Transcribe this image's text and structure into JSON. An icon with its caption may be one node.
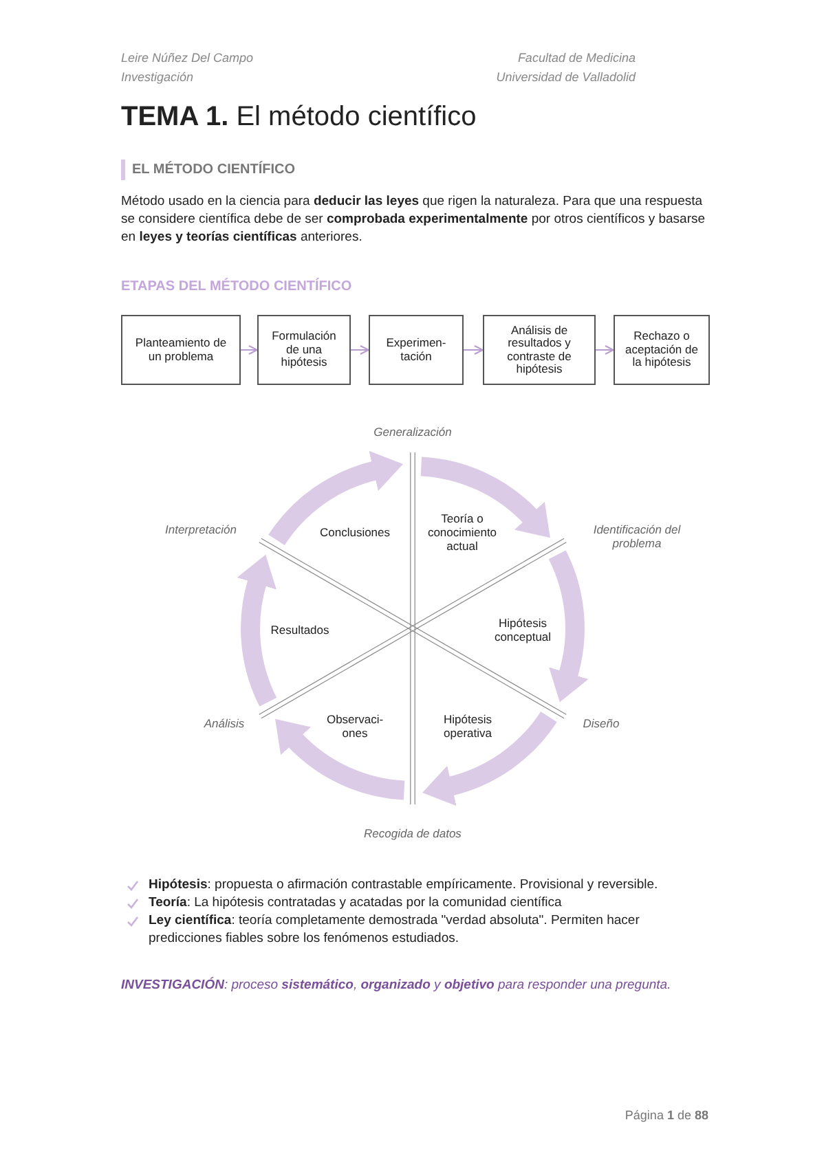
{
  "diagram": {
    "title": "**TEMA 1.** El método científico",
    "nodes": [
      {
        "text": [
          "Planteamiento de un problema"
        ]
      },
      {
        "text": [
          "Formulación de una hipótesis"
        ]
      },
      {
        "text": [
          "Experimen-tación"
        ]
      },
      {
        "text": [
          "Análisis de resultados y contraste de hipótesis"
        ]
      },
      {
        "text": [
          "Rechazo o aceptación de la hipótesis"
        ]
      },
      {
        "text": [
          "Generalización"
        ]
      },
      {
        "text": [
          "Interpretación"
        ]
      },
      {
        "text": [
          "Conclusiones"
        ]
      },
      {
        "text": [
          "Teoría o conocimiento actual"
        ]
      },
      {
        "text": [
          "Identificación del problema"
        ]
      },
      {
        "text": [
          "Resultados"
        ]
      },
      {
        "text": [
          "Hipótesis conceptual"
        ]
      },
      {
        "text": [
          "Análisis"
        ]
      },
      {
        "text": [
          "Observaci-ones"
        ]
      },
      {
        "text": [
          "Hipótesis operativa"
        ]
      },
      {
        "text": [
          "Diseño"
        ]
      },
      {
        "text": [
          "Recogida de datos"
        ]
      }
    ],
    "edges": [
      {
        "from": 0,
        "to": 1,
        "arrow": "to"
      },
      {
        "from": 1,
        "to": 2,
        "arrow": "to"
      },
      {
        "from": 2,
        "to": 3,
        "arrow": "to"
      },
      {
        "from": 3,
        "to": 4,
        "arrow": "to"
      },
      {
        "from": 5,
        "to": 9,
        "arrow": "to"
      },
      {
        "from": 9,
        "to": 15,
        "arrow": "to"
      },
      {
        "from": 15,
        "to": 16,
        "arrow": "to"
      },
      {
        "from": 16,
        "to": 12,
        "arrow": "to"
      },
      {
        "from": 12,
        "to": 6,
        "arrow": "to"
      },
      {
        "from": 6,
        "to": 5,
        "arrow": "to"
      }
    ],
    "labels": [
      "Leire Núñez Del Campo",
      "Investigación",
      "Facultad de Medicina",
      "Universidad de Valladolid",
      "EL MÉTODO CIENTÍFICO",
      "Método usado en la ciencia para **deducir las leyes** que rigen la naturaleza. Para que una respuesta se considere científica debe de ser **comprobada experimentalmente** por otros científicos y basarse en **leyes y teorías científicas** anteriores.",
      "ETAPAS DEL MÉTODO CIENTÍFICO",
      "**Hipótesis**: propuesta o afirmación contrastable empíricamente. Provisional y reversible.",
      "**Teoría**: La hipótesis contratadas y acatadas por la comunidad científica",
      "**Ley científica**: teoría completamente demostrada \"verdad absoluta\". Permiten hacer predicciones fiables sobre los fenómenos estudiados.",
      "**INVESTIGACIÓN**: proceso **sistemático**, **organizado** y **objetivo** para responder una pregunta.",
      "Página **1** de **88**"
    ]
  }
}
